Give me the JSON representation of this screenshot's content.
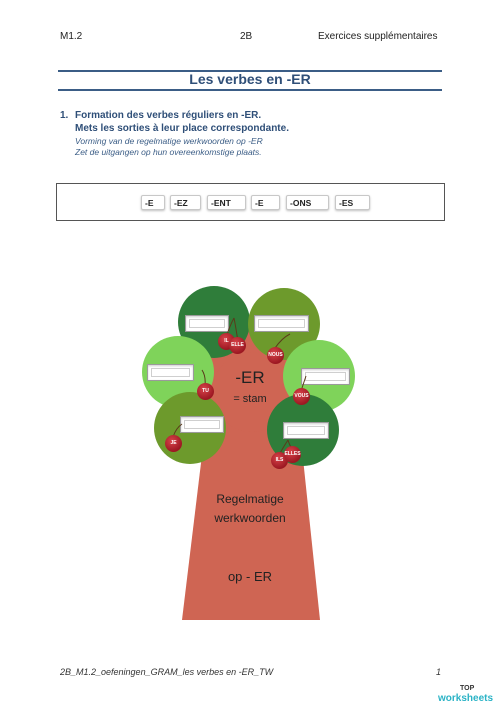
{
  "header": {
    "left": "M1.2",
    "center": "2B",
    "right": "Exercices supplémentaires"
  },
  "title": "Les verbes en -ER",
  "exercise": {
    "number": "1.",
    "line1": "Formation des verbes réguliers en -ER.",
    "line2": "Mets les sorties à leur place correspondante.",
    "line3": "Vorming van de regelmatige werkwoorden op -ER",
    "line4": "Zet de uitgangen op hun overeenkomstige plaats."
  },
  "endings": [
    "-E",
    "-EZ",
    "-ENT",
    "-E",
    "-ONS",
    "-ES"
  ],
  "pronouns": {
    "il_elle": [
      "IL",
      "ELLE"
    ],
    "nous": "NOUS",
    "tu": "TU",
    "vous": "VOUS",
    "je": "JE",
    "ils_elles": [
      "ILS",
      "ELLES"
    ]
  },
  "tree": {
    "center_title": "-ER",
    "center_sub": "= stam",
    "trunk_line1": "Regelmatige",
    "trunk_line2": "werkwoorden",
    "trunk_bottom": "op - ER"
  },
  "footer": {
    "text": "2B_M1.2_oefeningen_GRAM_les verbes en -ER_TW",
    "page": "1"
  },
  "logo": {
    "line1": "TOP",
    "line2": "worksheets"
  },
  "colors": {
    "navy": "#2f4f78",
    "leaf_dark": "#2f7d3a",
    "leaf_mid": "#6d9a2c",
    "leaf_light": "#7fd35a",
    "trunk": "#cf6553",
    "cherry": "#b3232b",
    "logo": "#2bb3c6"
  }
}
